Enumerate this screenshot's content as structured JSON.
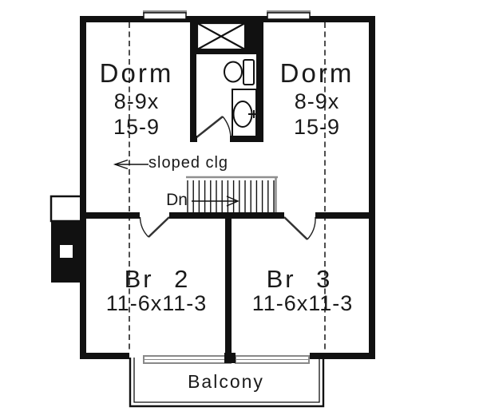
{
  "plan": {
    "rooms": {
      "dorm_left": {
        "name": "Dorm",
        "dim1": "8-9x",
        "dim2": "15-9"
      },
      "dorm_right": {
        "name": "Dorm",
        "dim1": "8-9x",
        "dim2": "15-9"
      },
      "br2": {
        "name": "Br 2",
        "dims": "11-6x11-3"
      },
      "br3": {
        "name": "Br 3",
        "dims": "11-6x11-3"
      },
      "balcony": {
        "name": "Balcony"
      }
    },
    "annotations": {
      "sloped_clg": "sloped clg",
      "down": "Dn"
    },
    "icons": [
      "closet-x-icon",
      "toilet-icon",
      "sink-vanity-icon",
      "stairs-icon",
      "door-swing-icon",
      "window-icon",
      "sliding-door-icon",
      "chimney-icon",
      "direction-arrow-icon"
    ],
    "colors": {
      "ink": "#111111",
      "gray": "#8f8f8f",
      "background": "#ffffff"
    }
  }
}
